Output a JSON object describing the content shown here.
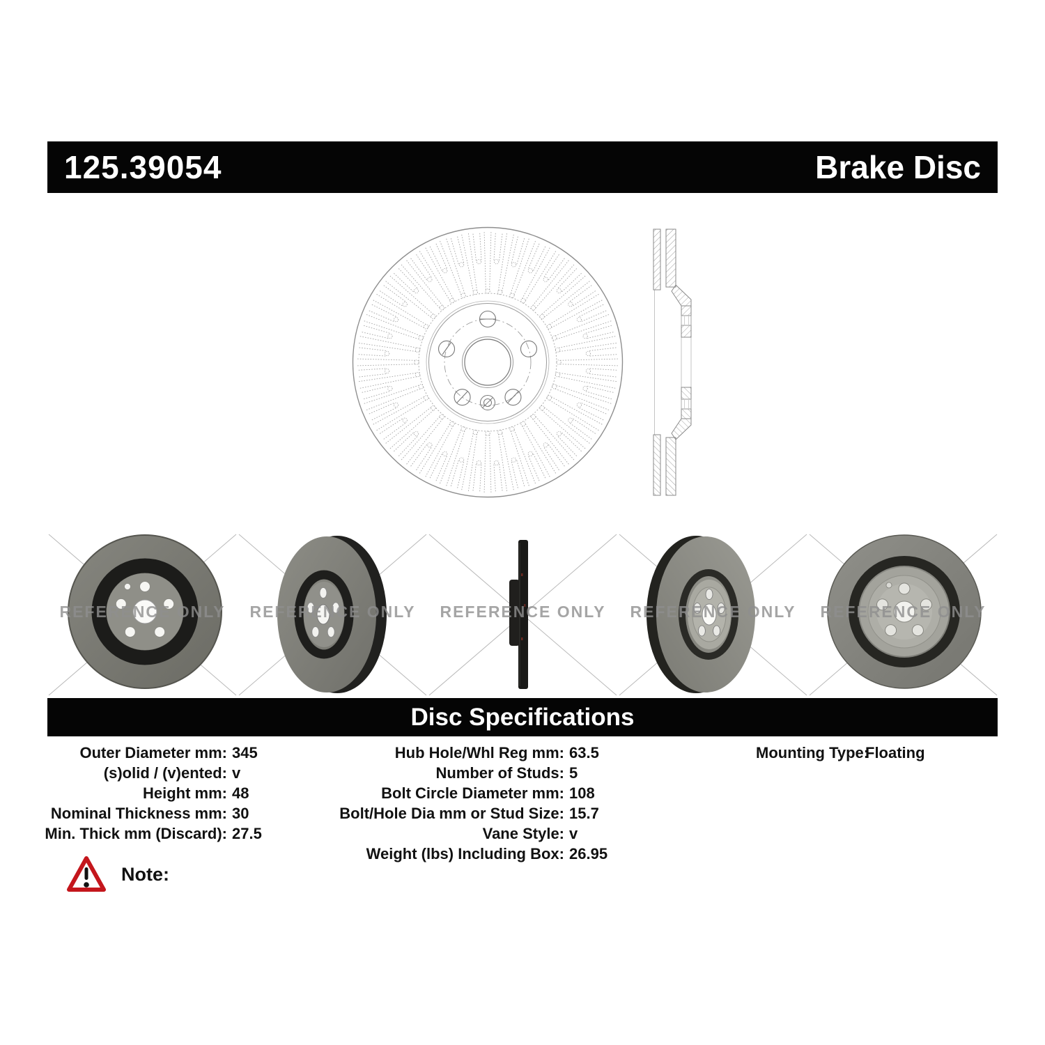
{
  "header": {
    "part_number": "125.39054",
    "product_name": "Brake Disc"
  },
  "watermark": "REFERENCE ONLY",
  "spec_header": "Disc Specifications",
  "photos": [
    {
      "view": "front-view-photo"
    },
    {
      "view": "angled-front-view-photo"
    },
    {
      "view": "edge-view-photo"
    },
    {
      "view": "angled-rear-view-photo"
    },
    {
      "view": "rear-hub-view-photo"
    }
  ],
  "specs": {
    "col1": [
      {
        "label": "Outer Diameter mm:",
        "value": "345"
      },
      {
        "label": "(s)olid / (v)ented:",
        "value": "v"
      },
      {
        "label": "Height mm:",
        "value": "48"
      },
      {
        "label": "Nominal Thickness mm:",
        "value": "30"
      },
      {
        "label": "Min. Thick mm (Discard):",
        "value": "27.5"
      }
    ],
    "col2": [
      {
        "label": "Hub Hole/Whl Reg mm:",
        "value": "63.5"
      },
      {
        "label": "Number of Studs:",
        "value": "5"
      },
      {
        "label": "Bolt Circle Diameter mm:",
        "value": "108"
      },
      {
        "label": "Bolt/Hole Dia mm or Stud Size:",
        "value": "15.7"
      },
      {
        "label": "Vane Style:",
        "value": "v"
      },
      {
        "label": "Weight (lbs) Including Box:",
        "value": "26.95"
      }
    ],
    "col3": [
      {
        "label": "Mounting Type:",
        "value": "Floating"
      }
    ]
  },
  "note": {
    "label": "Note:",
    "icon": "warning-triangle-icon"
  },
  "colors": {
    "bar": "#050505",
    "bar_text": "#ffffff",
    "watermark": "#8f8f8f",
    "warning_red": "#c4161c"
  }
}
